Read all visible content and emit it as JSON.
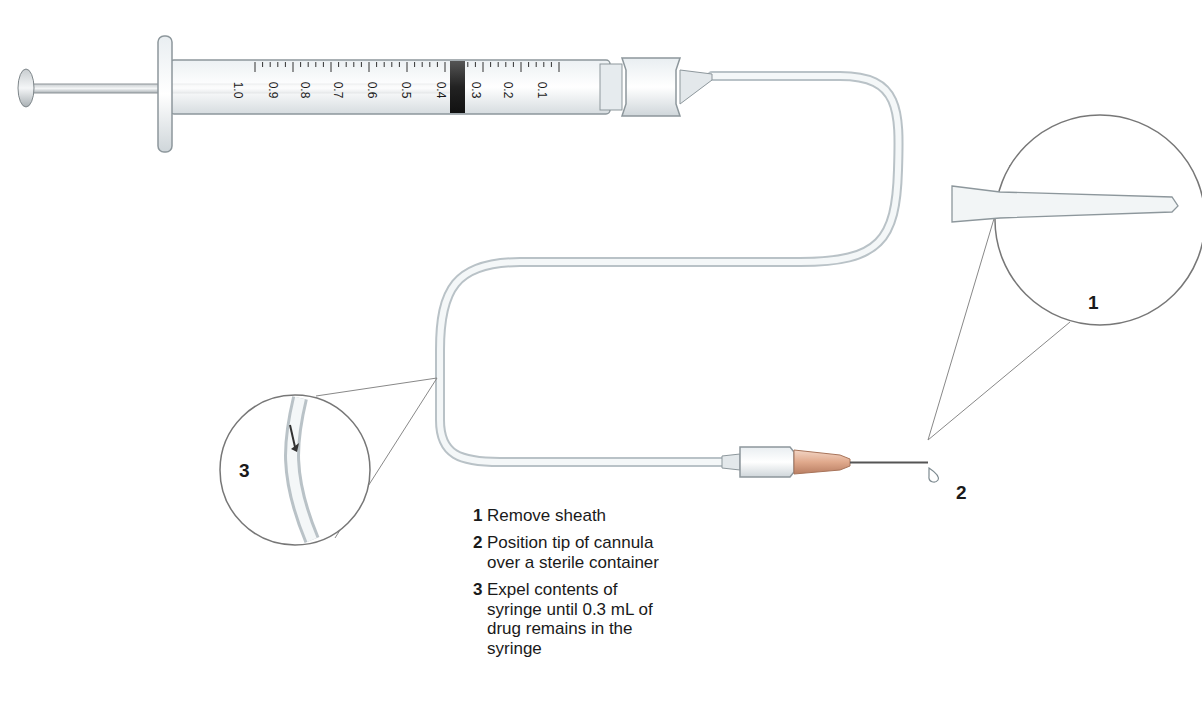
{
  "diagram": {
    "labels": [
      "1.0",
      "0.9",
      "0.8",
      "0.7",
      "0.6",
      "0.5",
      "0.4",
      "0.3",
      "0.2",
      "0.1",
      "1",
      "3",
      "2",
      "1",
      "Remove sheath",
      "2",
      "Position tip of cannula over a sterile container",
      "3",
      "Expel contents of syringe until 0.3 mL of drug remains in the syringe"
    ]
  }
}
